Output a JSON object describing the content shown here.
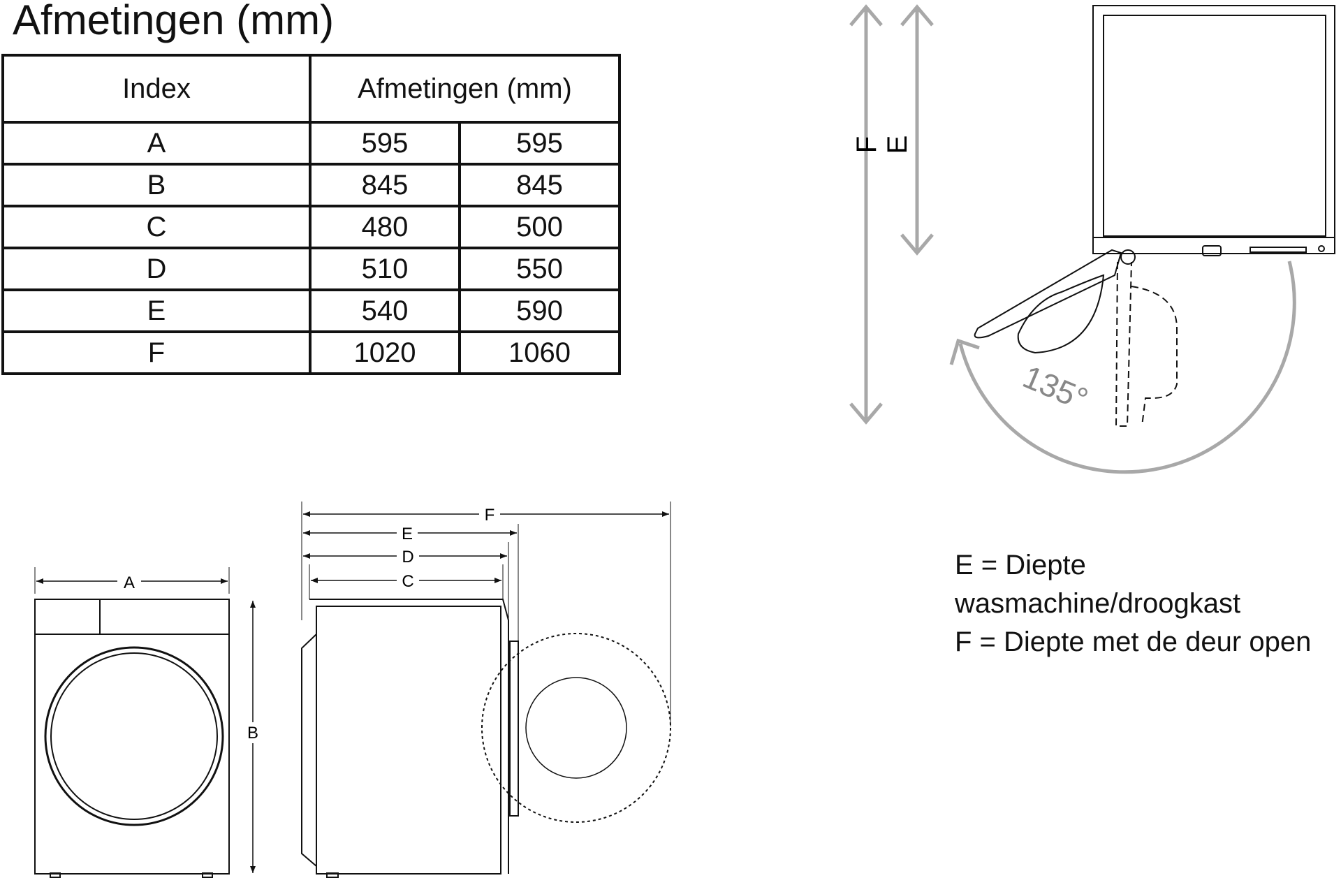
{
  "title": "Afmetingen (mm)",
  "table": {
    "header_index": "Index",
    "header_dims": "Afmetingen (mm)",
    "rows": [
      {
        "index": "A",
        "v1": "595",
        "v2": "595"
      },
      {
        "index": "B",
        "v1": "845",
        "v2": "845"
      },
      {
        "index": "C",
        "v1": "480",
        "v2": "500"
      },
      {
        "index": "D",
        "v1": "510",
        "v2": "550"
      },
      {
        "index": "E",
        "v1": "540",
        "v2": "590"
      },
      {
        "index": "F",
        "v1": "1020",
        "v2": "1060"
      }
    ]
  },
  "diagram_labels": {
    "a": "A",
    "b": "B",
    "c": "C",
    "d": "D",
    "e": "E",
    "f": "F",
    "angle": "135°"
  },
  "legend": {
    "line1": "E = Diepte",
    "line2": "wasmachine/droogkast",
    "line3": "F = Diepte met de deur open"
  },
  "colors": {
    "line": "#111111",
    "grey_arrow": "#a8a8a8"
  }
}
